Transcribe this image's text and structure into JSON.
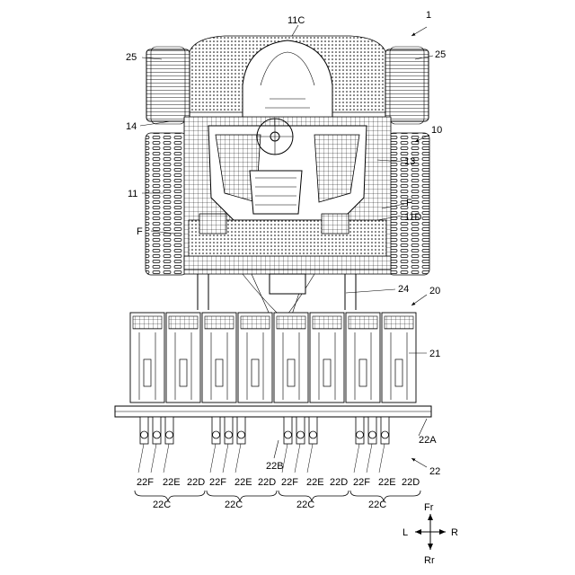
{
  "figure": {
    "labels": {
      "l1": "1",
      "l11C": "11C",
      "l25a": "25",
      "l25b": "25",
      "l14": "14",
      "l10": "10",
      "l13": "13",
      "l11": "11",
      "lFa": "F",
      "l11D": "11D",
      "lFb": "F",
      "l24": "24",
      "l20": "20",
      "l21": "21",
      "l22A": "22A",
      "l22B": "22B",
      "l22": "22",
      "g1F": "22F",
      "g1E": "22E",
      "g1D": "22D",
      "g1C": "22C",
      "g2F": "22F",
      "g2E": "22E",
      "g2D": "22D",
      "g2C": "22C",
      "g3F": "22F",
      "g3E": "22E",
      "g3D": "22D",
      "g3C": "22C",
      "g4F": "22F",
      "g4E": "22E",
      "g4D": "22D",
      "g4C": "22C"
    },
    "compass": {
      "front": "Fr",
      "rear": "Rr",
      "left": "L",
      "right": "R"
    }
  }
}
